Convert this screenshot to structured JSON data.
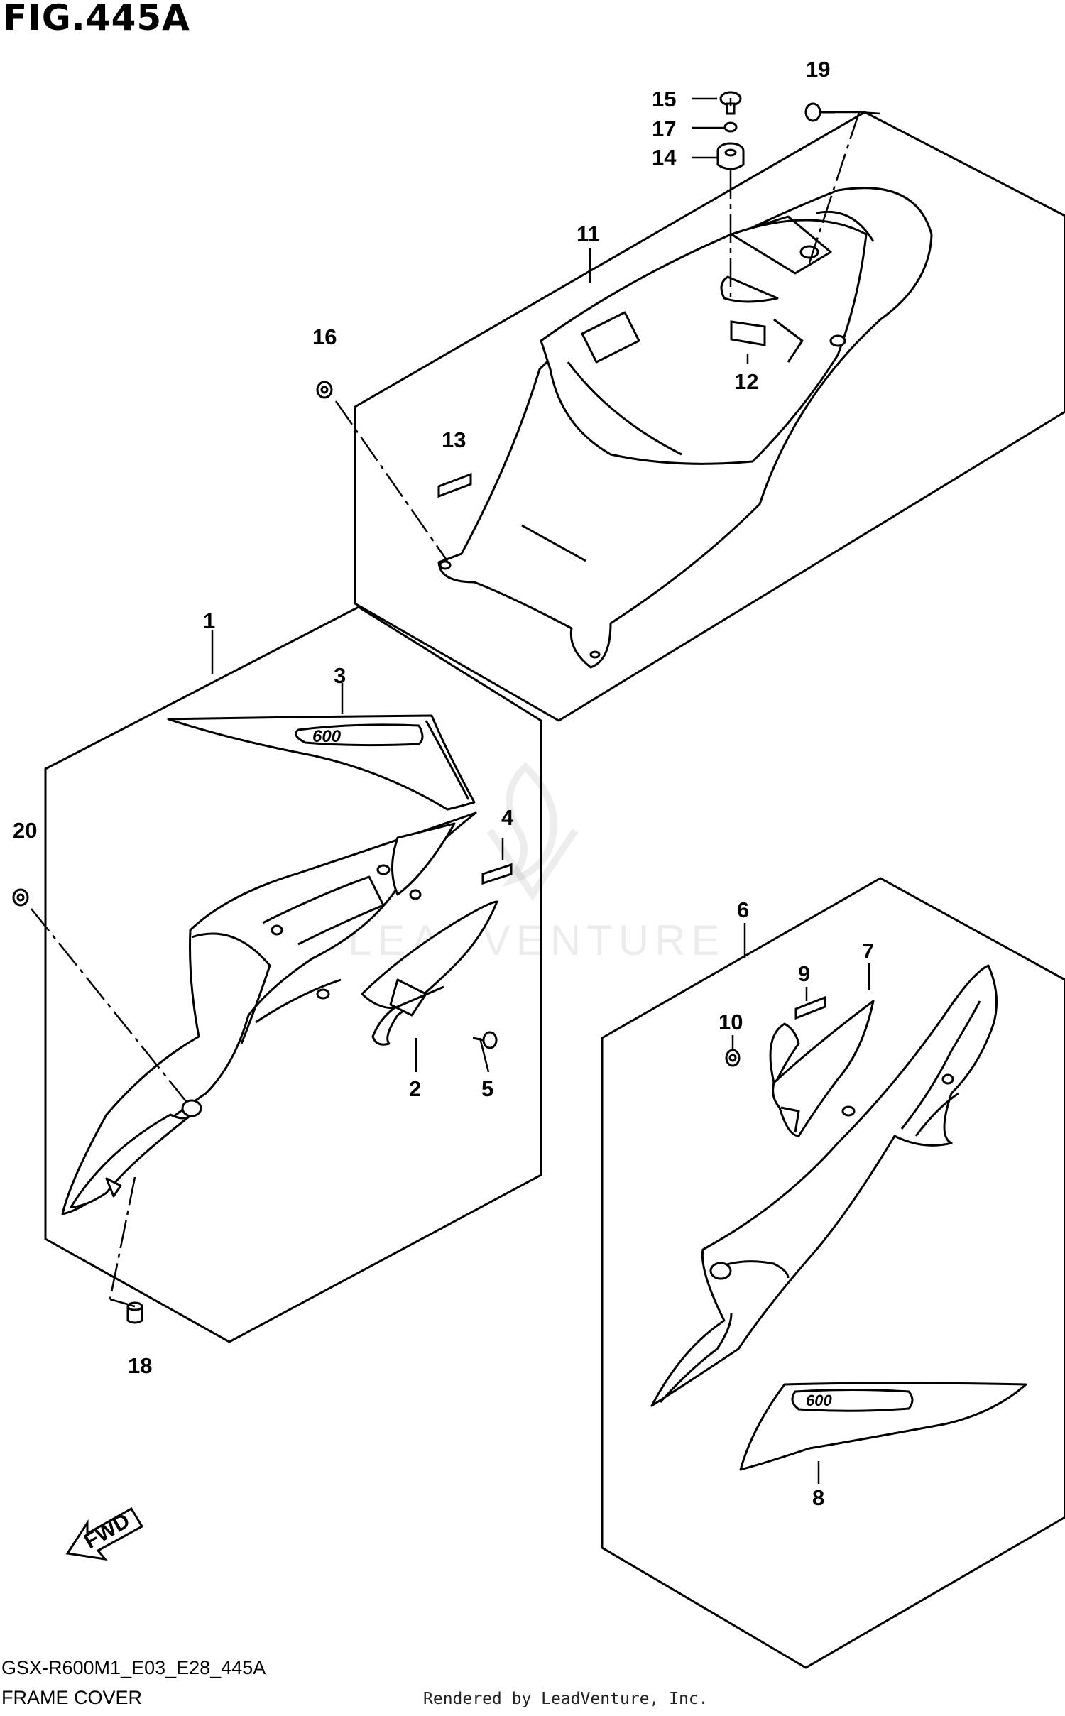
{
  "figure": {
    "title": "FIG.445A",
    "code": "GSX-R600M1_E03_E28_445A",
    "name": "FRAME COVER",
    "credit": "Rendered by LeadVenture, Inc.",
    "watermark": "LEADVENTURE",
    "direction_label": "FWD"
  },
  "callouts": [
    "1",
    "2",
    "3",
    "4",
    "5",
    "6",
    "7",
    "8",
    "9",
    "10",
    "11",
    "12",
    "13",
    "14",
    "15",
    "16",
    "17",
    "18",
    "19",
    "20"
  ]
}
